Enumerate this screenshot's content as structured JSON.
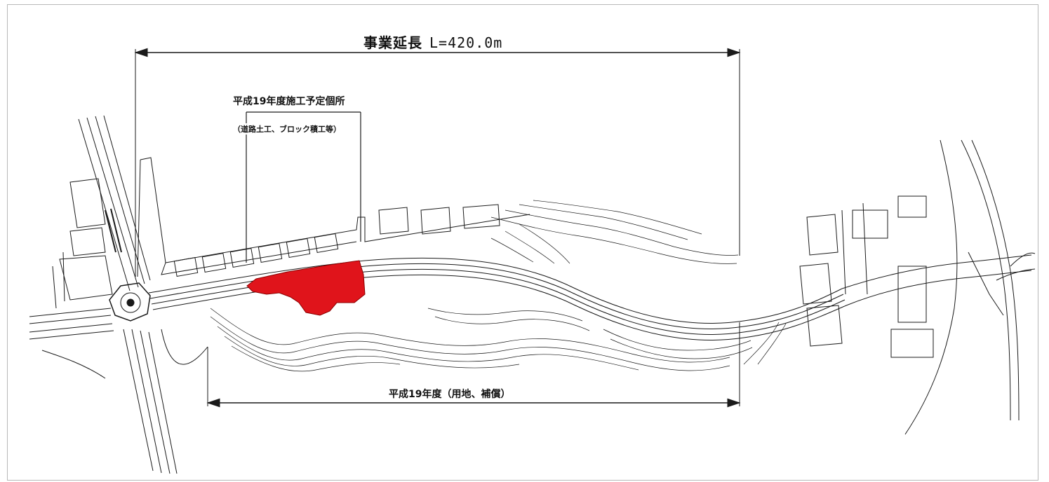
{
  "drawing": {
    "title": "事業延長",
    "length_label": "L=420.0m",
    "planned_construction": "平成19年度施工予定個所",
    "planned_construction_detail": "（道路土工、ブロック積工等）",
    "land_compensation": "平成19年度（用地、補償）"
  },
  "colors": {
    "line": "#1a1a1a",
    "highlight": "#e0141b",
    "frame": "#b8b8b8"
  }
}
